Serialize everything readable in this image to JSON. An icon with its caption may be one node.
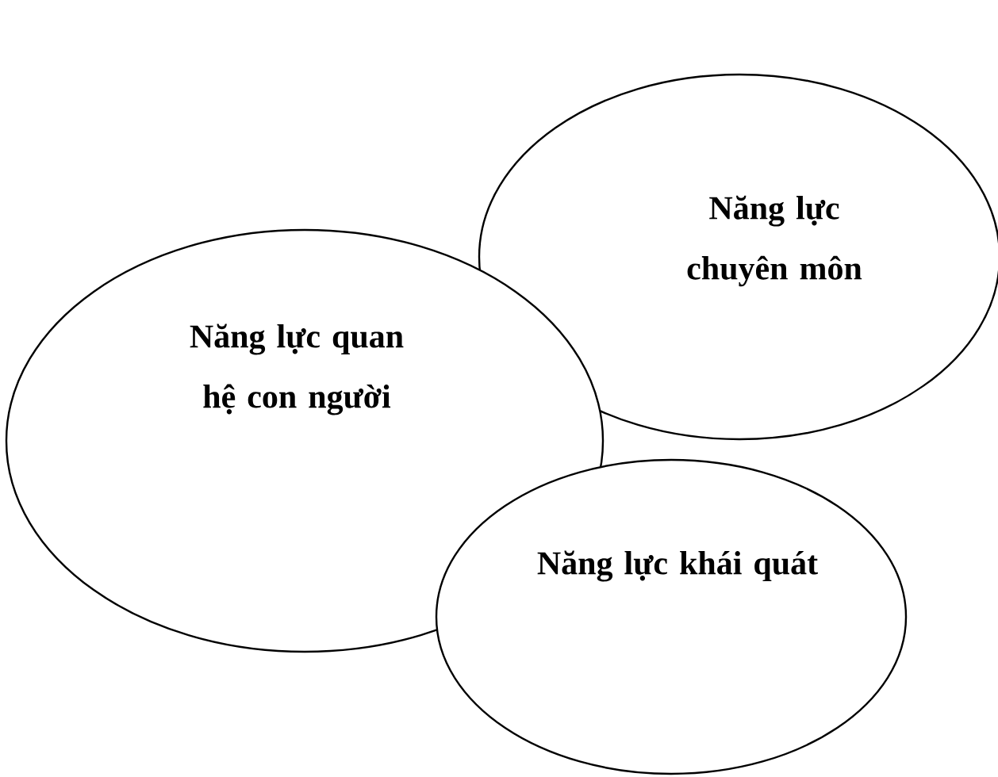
{
  "diagram": {
    "nodes": [
      {
        "text": [
          "Năng lực chuyên môn"
        ]
      },
      {
        "text": [
          "Năng lực quan hệ con người"
        ]
      },
      {
        "text": [
          "Năng lực khái quát"
        ]
      }
    ]
  }
}
